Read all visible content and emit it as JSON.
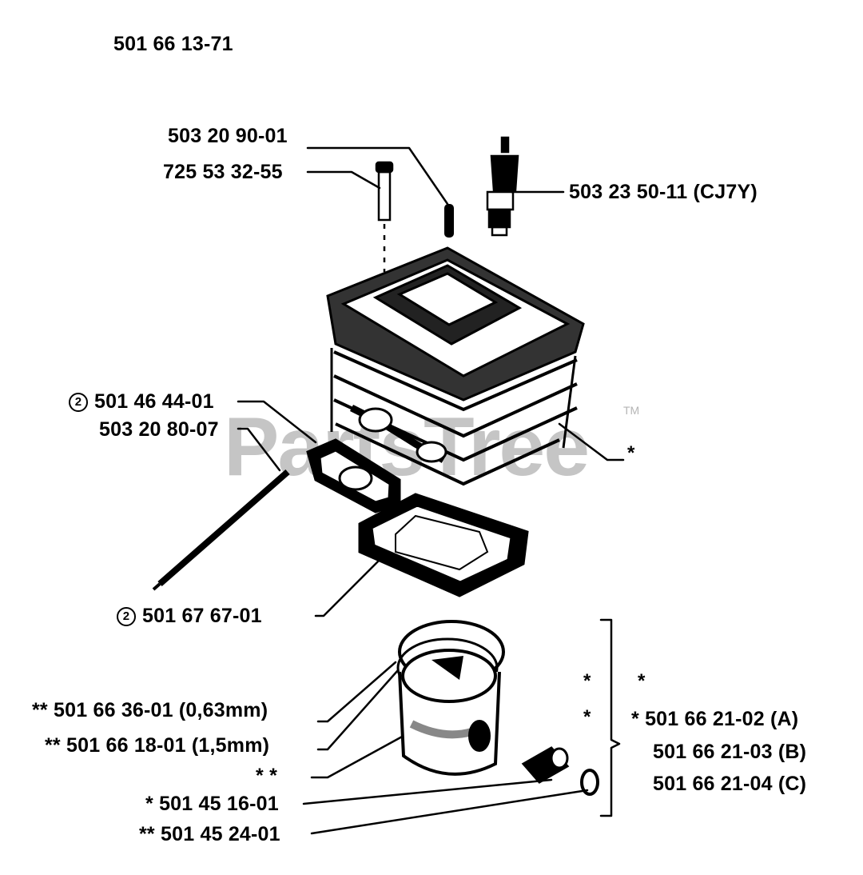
{
  "diagram": {
    "header_part": "501 66 13-71",
    "watermark": {
      "text": "PartsTree",
      "tm": "TM"
    },
    "labels": {
      "bolt_pin": "503 20 90-01",
      "bolt": "725 53 32-55",
      "spark_plug": "503 23 50-11 (CJ7Y)",
      "gasket_muffler": "501 46 44-01",
      "stud": "503 20 80-07",
      "cylinder_asterisk": "*",
      "base_gasket": "501 67 67-01",
      "ring_063": "** 501 66 36-01 (0,63mm)",
      "ring_15": "** 501 66 18-01 (1,5mm)",
      "piston_asterisks": "* *",
      "pin": "* 501 45 16-01",
      "circlip": "** 501 45 24-01",
      "kit_star_row1_a": "*",
      "kit_star_row1_b": "*",
      "kit_star_row2_a": "*",
      "kit_a": "* 501 66 21-02 (A)",
      "kit_b": "501 66 21-03 (B)",
      "kit_c": "501 66 21-04 (C)"
    },
    "circled_marker": "2",
    "colors": {
      "ink": "#000000",
      "paper": "#ffffff",
      "watermark": "#969696"
    }
  }
}
